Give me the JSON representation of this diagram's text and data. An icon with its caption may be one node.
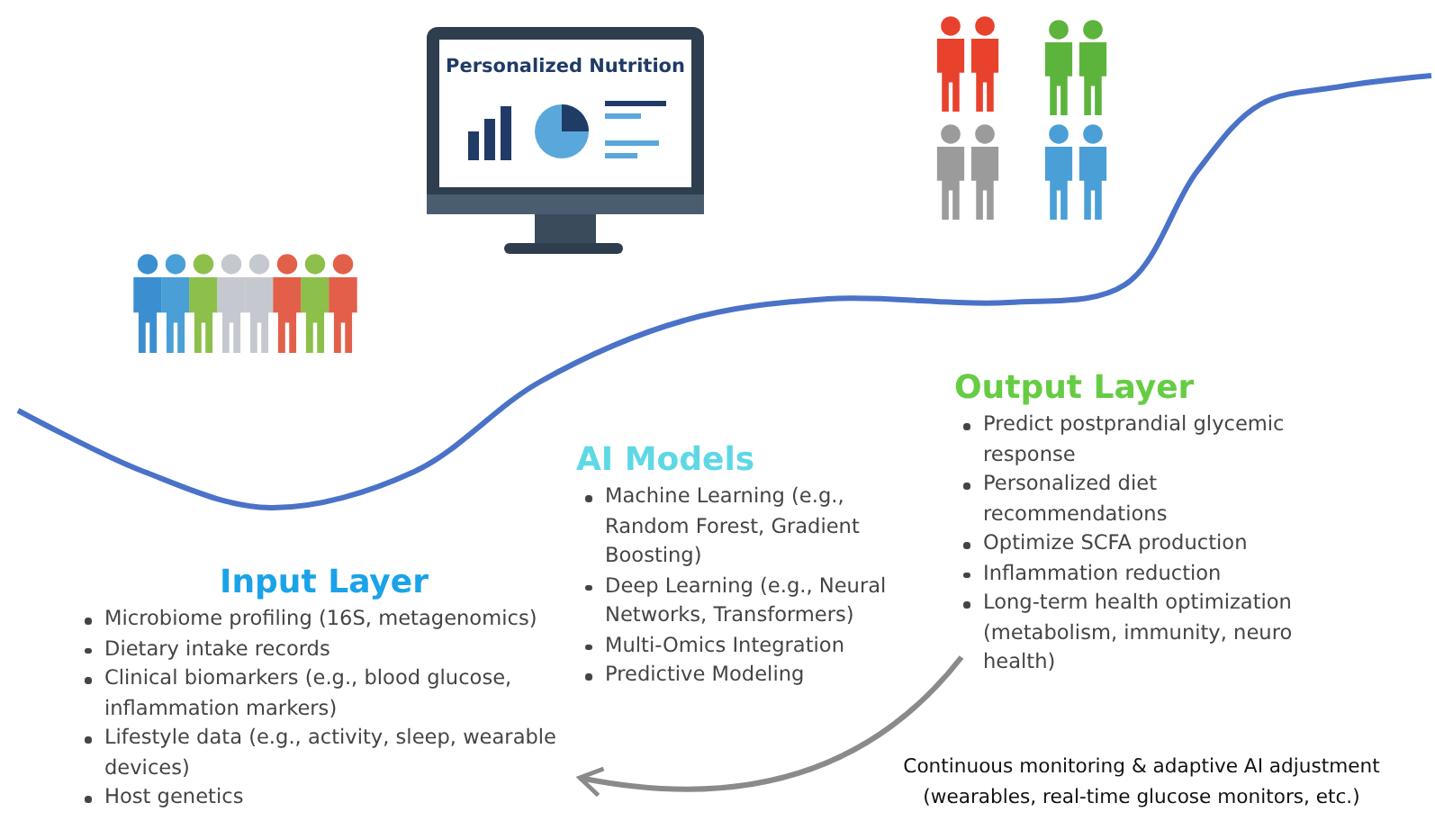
{
  "diagram": {
    "nodes": [
      {
        "text": [
          "Input Layer",
          "Microbiome profiling (16S, metagenomics)",
          "Dietary intake records",
          "Clinical biomarkers (e.g., blood glucose, inflammation markers)",
          "Lifestyle data (e.g., activity, sleep, wearable devices)",
          "Host genetics"
        ]
      },
      {
        "text": [
          "AI Models",
          "Machine Learning (e.g., Random Forest, Gradient Boosting)",
          "Deep Learning (e.g., Neural Networks, Transformers)",
          "Multi-Omics Integration",
          "Predictive Modeling"
        ]
      },
      {
        "text": [
          "Output Layer",
          "Predict postprandial glycemic response",
          "Personalized diet recommendations",
          "Optimize SCFA production",
          "Inflammation reduction",
          "Long-term health optimization (metabolism, immunity, neuro health)"
        ]
      }
    ],
    "edges": [
      {
        "from": 2,
        "to": 0,
        "arrow": "to",
        "color": "#8a8a8a"
      }
    ],
    "labels": [
      "Personalized Nutrition",
      "Continuous monitoring & adaptive AI adjustment (wearables, real-time glucose monitors, etc.)"
    ]
  }
}
